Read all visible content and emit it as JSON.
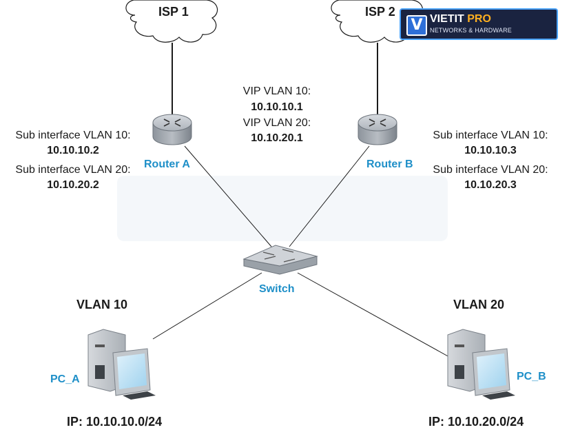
{
  "isps": [
    {
      "label": "ISP 1"
    },
    {
      "label": "ISP 2"
    }
  ],
  "routers": [
    {
      "label": "Router A",
      "sub10_label": "Sub interface VLAN 10:",
      "sub10_ip": "10.10.10.2",
      "sub20_label": "Sub interface VLAN 20:",
      "sub20_ip": "10.10.20.2"
    },
    {
      "label": "Router B",
      "sub10_label": "Sub interface VLAN 10:",
      "sub10_ip": "10.10.10.3",
      "sub20_label": "Sub interface VLAN 20:",
      "sub20_ip": "10.10.20.3"
    }
  ],
  "vip": {
    "vlan10_label": "VIP VLAN 10:",
    "vlan10_ip": "10.10.10.1",
    "vlan20_label": "VIP VLAN 20:",
    "vlan20_ip": "10.10.20.1"
  },
  "switch": {
    "label": "Switch"
  },
  "pcs": [
    {
      "vlan": "VLAN 10",
      "label": "PC_A",
      "ip": "IP: 10.10.10.0/24"
    },
    {
      "vlan": "VLAN 20",
      "label": "PC_B",
      "ip": "IP: 10.10.20.0/24"
    }
  ],
  "logo": {
    "brand": "VIETIT",
    "brand_accent": "PRO",
    "tagline": "NETWORKS & HARDWARE",
    "mark": "V"
  },
  "colors": {
    "node_label": "#1e8fc8",
    "logo_bg": "#1a2340",
    "logo_accent": "#ffb020"
  }
}
